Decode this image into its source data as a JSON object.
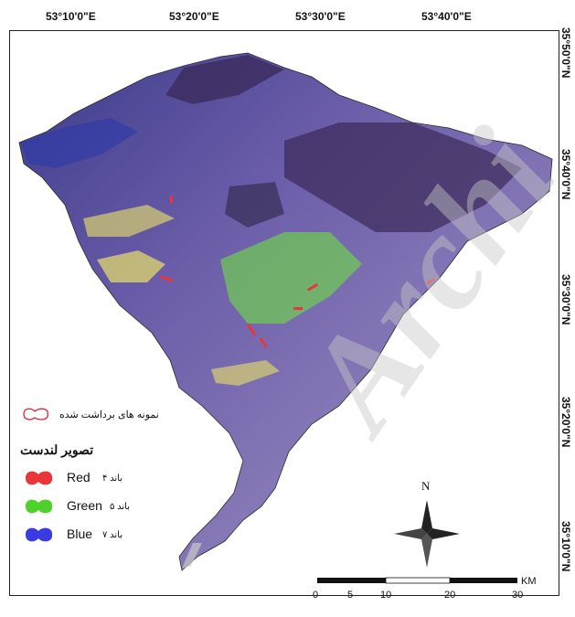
{
  "coords_top": [
    "53°10'0\"E",
    "53°20'0\"E",
    "53°30'0\"E",
    "53°40'0\"E"
  ],
  "coords_right": [
    "35°50'0\"N",
    "35°40'0\"N",
    "35°30'0\"N",
    "35°20'0\"N",
    "35°10'0\"N"
  ],
  "legend": {
    "samples_label": "نمونه های برداشت شده",
    "title": "تصویر لندست",
    "bands": [
      {
        "name": "Red",
        "fa": "باند ۴",
        "color": "#e8363a"
      },
      {
        "name": "Green",
        "fa": "باند ۵",
        "color": "#4ed12a"
      },
      {
        "name": "Blue",
        "fa": "باند ۷",
        "color": "#3a3ce0"
      }
    ]
  },
  "north_label": "N",
  "scale": {
    "ticks": [
      "0",
      "5",
      "10",
      "20",
      "30"
    ],
    "unit": "KM"
  },
  "watermark": "Archi",
  "colors": {
    "terrain_base": "#7060a8",
    "terrain_dark": "#3a2a58",
    "vegetation": "#6ed64a",
    "sand": "#d8d070"
  }
}
